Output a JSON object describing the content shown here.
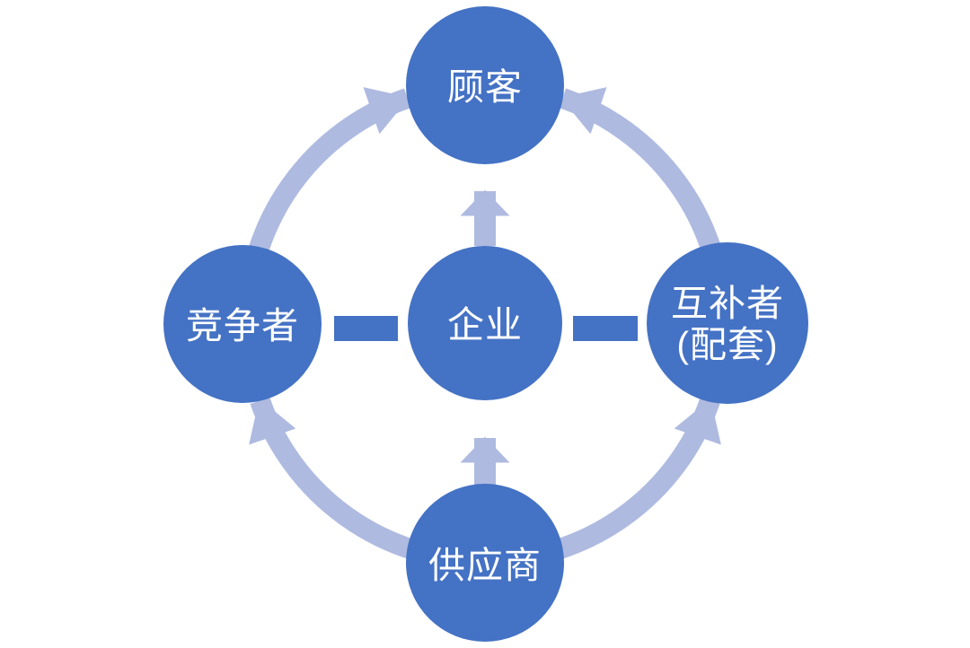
{
  "diagram": {
    "type": "relationship-diagram",
    "description_labels": {
      "top": "顾客",
      "left": "竞争者",
      "center": "企业",
      "right_line1": "互补者",
      "right_line2": "(配套)",
      "bottom": "供应商"
    },
    "nodes": {
      "top": {
        "label": "顾客"
      },
      "left": {
        "label": "竞争者"
      },
      "center": {
        "label": "企业"
      },
      "right": {
        "label": "互补者",
        "sublabel": "(配套)"
      },
      "bottom": {
        "label": "供应商"
      }
    },
    "edges": [
      {
        "from": "供应商",
        "to": "竞争者",
        "style": "curved-arrow"
      },
      {
        "from": "竞争者",
        "to": "顾客",
        "style": "curved-arrow"
      },
      {
        "from": "供应商",
        "to": "互补者",
        "style": "curved-arrow"
      },
      {
        "from": "互补者",
        "to": "顾客",
        "style": "curved-arrow"
      },
      {
        "from": "企业",
        "to": "顾客",
        "style": "straight-arrow"
      },
      {
        "from": "供应商",
        "to": "企业",
        "style": "straight-arrow"
      },
      {
        "from": "竞争者",
        "to": "企业",
        "style": "dash"
      },
      {
        "from": "企业",
        "to": "互补者",
        "style": "dash"
      }
    ],
    "colors": {
      "node_fill": "#4472C4",
      "connector_fill": "#AEBAE0",
      "dash_fill": "#4472C4",
      "text": "#FFFFFF",
      "background": "#FFFFFF"
    }
  }
}
